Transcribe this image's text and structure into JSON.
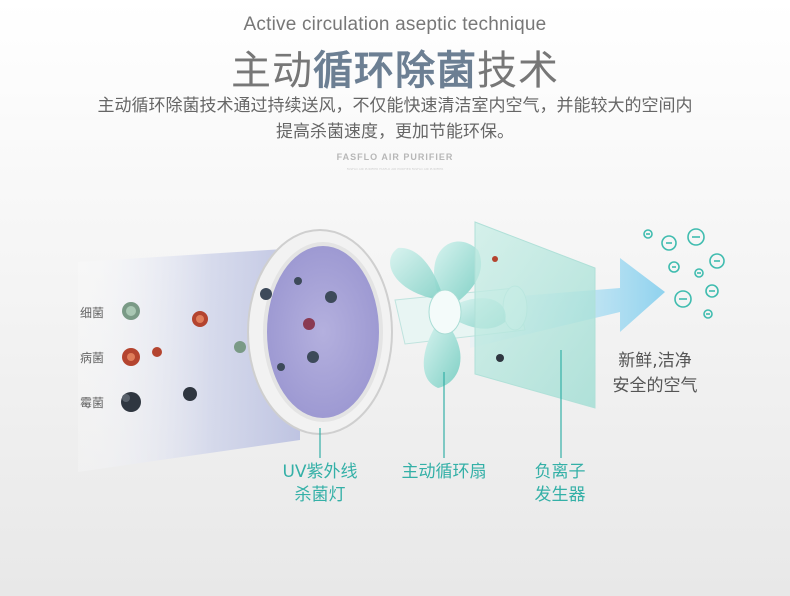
{
  "header": {
    "subtitle_en": "Active circulation aseptic technique",
    "title_part1": "主动",
    "title_part2": "循环除菌",
    "title_part3": "技术",
    "description": "主动循环除菌技术通过持续送风，不仅能快速清洁室内空气，并能较大的空间内提高杀菌速度，更加节能环保。",
    "brand": "FASFLO AIR PURIFIER",
    "brand_fine_print": "FASFLO AIR PURIFIER FASFLO AIR PURIFIER FASFLO AIR PURIFIER"
  },
  "germs": {
    "labels": [
      "细菌",
      "病菌",
      "霉菌"
    ]
  },
  "components": {
    "uv_lamp": [
      "UV紫外线",
      "杀菌灯"
    ],
    "fan": "主动循环扇",
    "ion_generator": [
      "负离子",
      "发生器"
    ]
  },
  "output": {
    "lines": [
      "新鲜,洁净",
      "安全的空气"
    ]
  },
  "colors": {
    "accent_teal": "#34b0a7",
    "title_blue": "#6c7f93",
    "arrow_blue": "#8fd2ee"
  },
  "icons": [
    "bacteria-icon",
    "virus-icon",
    "mold-icon",
    "negative-ion-icon",
    "uv-lamp-icon",
    "fan-icon",
    "ion-filter-icon",
    "airflow-arrow-icon"
  ]
}
